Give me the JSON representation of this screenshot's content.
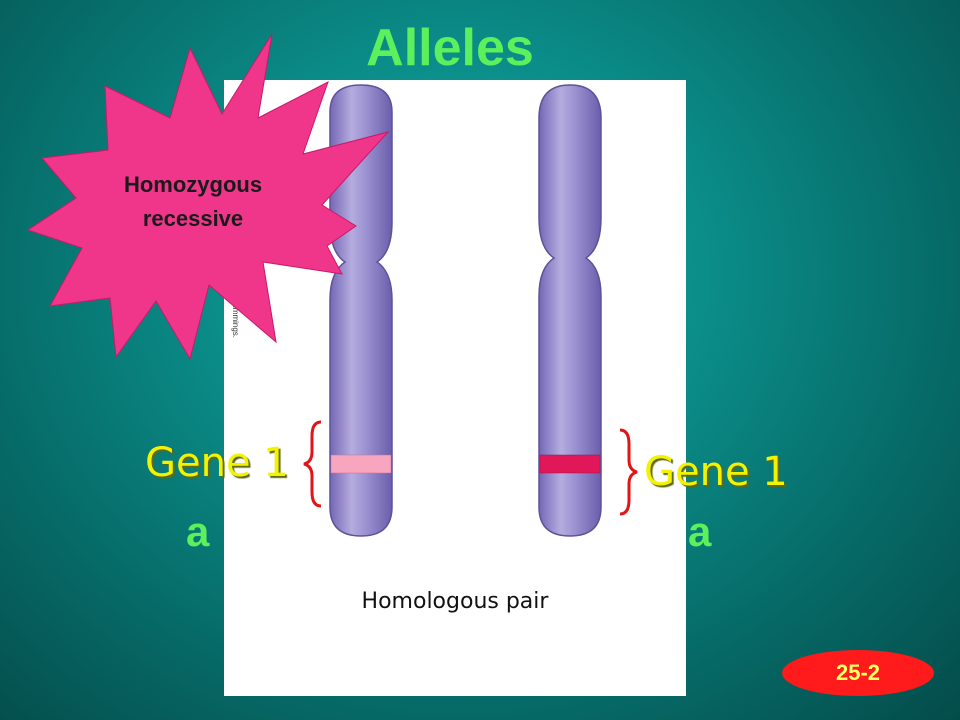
{
  "slide": {
    "title": "Alleles",
    "callout": {
      "line1": "Homozygous",
      "line2": "recessive"
    },
    "diagram": {
      "pair_label": "Homologous pair",
      "copyright": "Benjamin Cummings."
    },
    "left_gene": {
      "label": "Gene 1",
      "allele": "a"
    },
    "right_gene": {
      "label": "Gene 1",
      "allele": "a"
    },
    "badge": "25-2"
  },
  "colors": {
    "title": "#5cf05c",
    "gene_label": "#f3f300",
    "burst": "#f0368a",
    "chromosome": "#9a8fd0",
    "left_band": "#f8a6bf",
    "right_band": "#e0185a",
    "bracket": "#e01616",
    "badge": "#ff1b1b"
  },
  "icons": {
    "callout_shape": "starburst-icon"
  }
}
